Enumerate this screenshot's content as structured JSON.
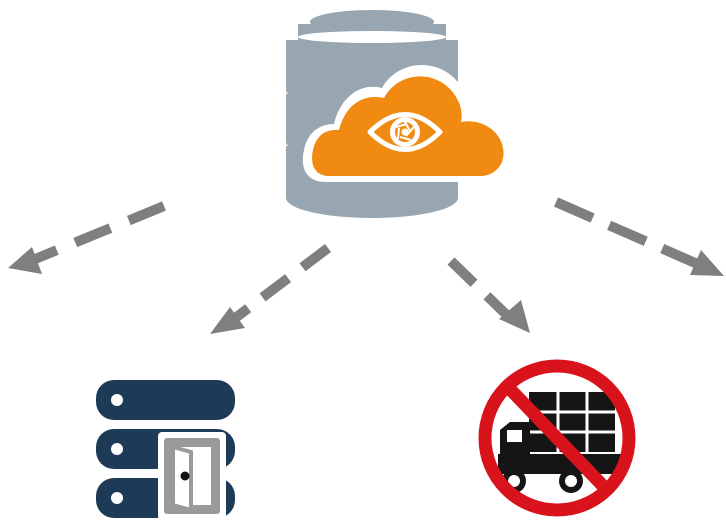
{
  "diagram": {
    "nodes": [
      {
        "id": "source",
        "icon": "cloud-database-eye-icon"
      },
      {
        "id": "server-access",
        "icon": "server-door-icon"
      },
      {
        "id": "no-transfer",
        "icon": "no-truck-sign-icon"
      }
    ],
    "edges": [
      {
        "from": "source",
        "to": "offscreen-left",
        "style": "dashed"
      },
      {
        "from": "source",
        "to": "server-access",
        "style": "dashed"
      },
      {
        "from": "source",
        "to": "no-transfer",
        "style": "dashed"
      },
      {
        "from": "source",
        "to": "offscreen-right",
        "style": "dashed"
      }
    ]
  },
  "colors": {
    "database": "#97a6b0",
    "cloud": "#f08a10",
    "eye": "#ffffff",
    "arrow": "#7f7f7f",
    "server": "#1d3a56",
    "door_frame": "#9a9a9a",
    "prohibit_ring": "#d9131b",
    "truck": "#151515"
  }
}
